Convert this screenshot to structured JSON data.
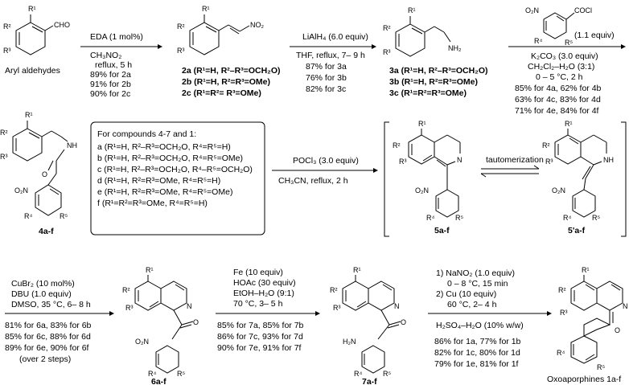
{
  "row1": {
    "start_label": "Aryl aldehydes",
    "start_sub": {
      "r1": "R¹",
      "r2": "R²",
      "r3": "R³",
      "cho": "CHO"
    },
    "step1_conditions": [
      "EDA (1 mol%)",
      "CH₃NO₂",
      "reflux, 5 h"
    ],
    "step1_yields": [
      "89% for 2a",
      "91% for 2b",
      "90% for 2c"
    ],
    "cmpd2_group": "NO₂",
    "cmpd2_labels": [
      "2a (R¹=H, R²–R³=OCH₂O)",
      "2b (R¹=H, R²=R³=OMe)",
      "2c (R¹=R²= R³=OMe)"
    ],
    "step2_conditions": [
      "LiAlH₄ (6.0 equiv)",
      "THF, reflux, 7– 9 h"
    ],
    "step2_yields": [
      "87% for 3a",
      "76% for 3b",
      "82% for 3c"
    ],
    "cmpd3_group": "NH₂",
    "cmpd3_labels": [
      "3a (R¹=H, R²–R³=OCH₂O)",
      "3b (R¹=H, R²=R³=OMe)",
      "3c (R¹=R²=R³=OMe)"
    ],
    "acid_chloride": {
      "no2": "O₂N",
      "cocl": "COCl",
      "r4": "R⁴",
      "r5": "R⁵",
      "equiv": "(1.1 equiv)"
    },
    "step3_conditions": [
      "K₂CO₃ (3.0 equiv)",
      "CH₂Cl₂–H₂O (3:1)",
      "0 – 5 °C, 2 h"
    ],
    "step3_yields": [
      "85% for 4a, 62% for 4b",
      "63% for 4c, 83% for 4d",
      "71% for 4e, 84% for 4f"
    ]
  },
  "row2": {
    "cmpd4_label": "4a-f",
    "cmpd4_atoms": {
      "nh": "NH",
      "o": "O",
      "no2": "O₂N"
    },
    "box_title": "For compounds 4-7 and 1:",
    "box_lines": [
      "a (R¹=H, R²–R³=OCH₂O, R⁴=R⁵=H)",
      "b (R¹=H, R²–R³=OCH₂O, R⁴=R⁵=OMe)",
      "c (R¹=H, R²–R³=OCH₂O, R⁴–R⁵=OCH₂O)",
      "d (R¹=H, R²=R³=OMe, R⁴=R⁵=H)",
      "e (R¹=H, R²=R³=OMe, R⁴=R⁵=OMe)",
      "f (R¹=R²=R³=OMe, R⁴=R⁵=H)"
    ],
    "step4_conditions": [
      "POCl₃ (3.0 equiv)",
      "CH₃CN, reflux, 2 h"
    ],
    "cmpd5_label": "5a-f",
    "cmpd5p_label": "5'a-f",
    "tautomer_label": "tautomerization",
    "n_label": "N",
    "nh_label": "NH"
  },
  "row3": {
    "step5_conditions": [
      "CuBr₂ (10 mol%)",
      "DBU (1.0 equiv)",
      "DMSO, 35 °C, 6– 8 h"
    ],
    "step5_yields": [
      "81% for 6a, 83% for 6b",
      "85% for 6c, 88% for 6d",
      "89% for 6e, 90% for 6f",
      "(over 2 steps)"
    ],
    "cmpd6_label": "6a-f",
    "step6_conditions": [
      "Fe (10 equiv)",
      "HOAc (30 equiv)",
      "EtOH–H₂O (9:1)",
      "70 °C, 3– 5 h"
    ],
    "step6_yields": [
      "85% for 7a, 85% for 7b",
      "86% for 7c, 93% for 7d",
      "90% for 7e, 91% for 7f"
    ],
    "cmpd7_label": "7a-f",
    "h2n": "H₂N",
    "step7_conditions": [
      "1) NaNO₂ (1.0 equiv)",
      "0 – 8 °C, 15 min",
      "2) Cu (10 equiv)",
      "60 °C, 2– 4 h"
    ],
    "step7_acid": "H₂SO₄–H₂O (10% w/w)",
    "step7_yields": [
      "86% for 1a, 77% for 1b",
      "82% for 1c, 80% for 1d",
      "79% for 1e, 81% for 1f"
    ],
    "product_label": "Oxoaporphines 1a-f",
    "o_label": "O"
  }
}
